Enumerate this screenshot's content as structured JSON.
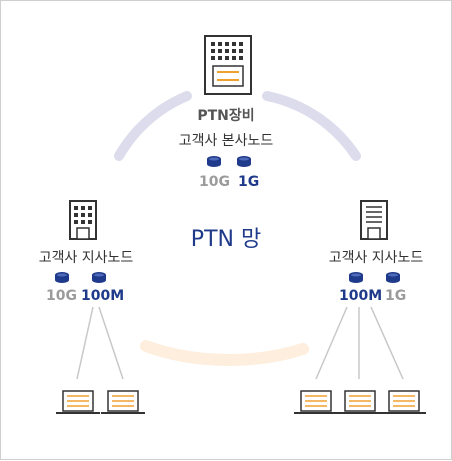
{
  "hq": {
    "equipment_label": "PTN장비",
    "node_label": "고객사 본사노드",
    "speed_left": "10G",
    "speed_right": "1G"
  },
  "network_label": "PTN 망",
  "left_branch": {
    "node_label": "고객사 지사노드",
    "speed_left": "10G",
    "speed_right": "100M"
  },
  "right_branch": {
    "node_label": "고객사 지사노드",
    "speed_left": "100M",
    "speed_right": "1G"
  },
  "colors": {
    "ring": "#dcdcec",
    "ring_bottom": "#fbeadb",
    "accent_blue": "#1f3a8a",
    "accent_orange": "#f0a030",
    "grey_text": "#9b9b9b",
    "line": "#c8c8c8"
  }
}
